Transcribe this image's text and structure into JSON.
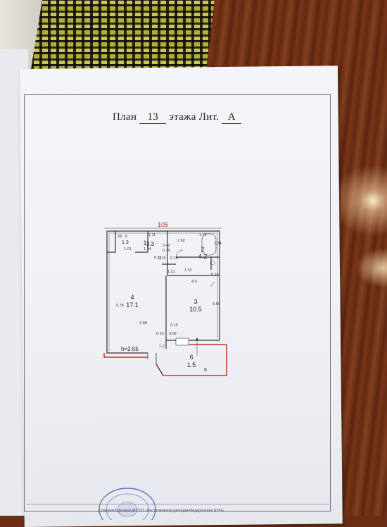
{
  "document": {
    "title": {
      "prefix": "План",
      "floor": "13",
      "middle": "этажа  Лит.",
      "letter": "А"
    },
    "plan": {
      "overall_dimension": "105",
      "rooms": [
        {
          "number": "1",
          "area": "3.3"
        },
        {
          "number": "2",
          "area": "4.2"
        },
        {
          "number": "3",
          "area": "10.5"
        },
        {
          "number": "4",
          "area": "17.1"
        },
        {
          "number": "6",
          "area": "1.5"
        }
      ],
      "dims": {
        "d_28": "28",
        "d_5": "5",
        "d_1_3": "1.3",
        "d_1_11": "1.11",
        "d_1_01": "1.01",
        "d_1_24": "1.24",
        "d_0_42": "0.42",
        "d_0_79": "0.79",
        "d_2_62": "2.62",
        "d_1_74": "1.74",
        "d_1_34": "1.34",
        "d_0_15a": "0.15",
        "d_0_15b": "0.15",
        "d_0_12": "0.12",
        "d_1_52": "1.52",
        "d_0_16": "0.16",
        "d_1_21": "1.21",
        "d_4_0": "4.0",
        "d_5_78": "5.78",
        "d_3_50": "3.50",
        "d_2_98": "2.98",
        "d_0_15c": "0.15",
        "d_0_15d": "0.15",
        "d_0_09": "0.09",
        "d_1_2": "1.2",
        "d_h": "h=2.55",
        "balcony_label": "6"
      }
    },
    "footer_text": "Северный филиал ФГУП «Ростехинвентаризация-Федеральное БТИ»"
  },
  "colors": {
    "paper": "#f1f2f6",
    "ink": "#222222",
    "red_wall": "#c0392b",
    "stamp": "#3b5ab0"
  }
}
